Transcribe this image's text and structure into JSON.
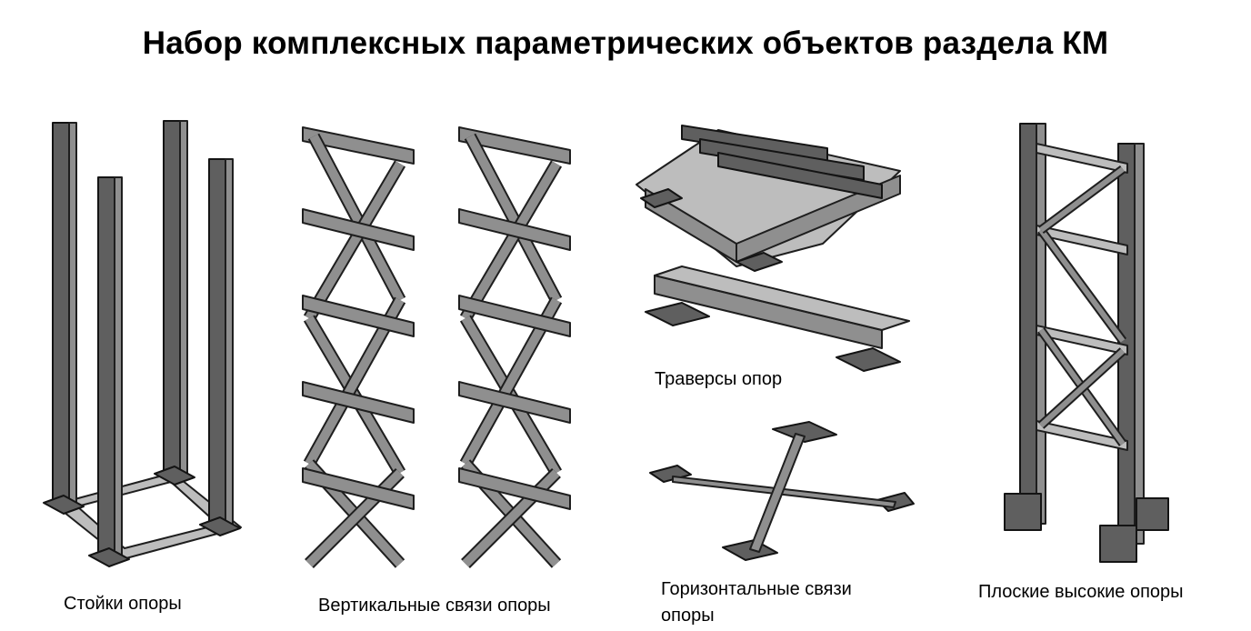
{
  "title": "Набор комплексных параметрических объектов раздела КМ",
  "captions": {
    "columns": "Стойки опоры",
    "vertical_bracing": "Вертикальные связи опоры",
    "traverses": "Траверсы опор",
    "horizontal_bracing_line1": "Горизонтальные связи",
    "horizontal_bracing_line2": "опоры",
    "tall_supports": "Плоские высокие опоры"
  }
}
